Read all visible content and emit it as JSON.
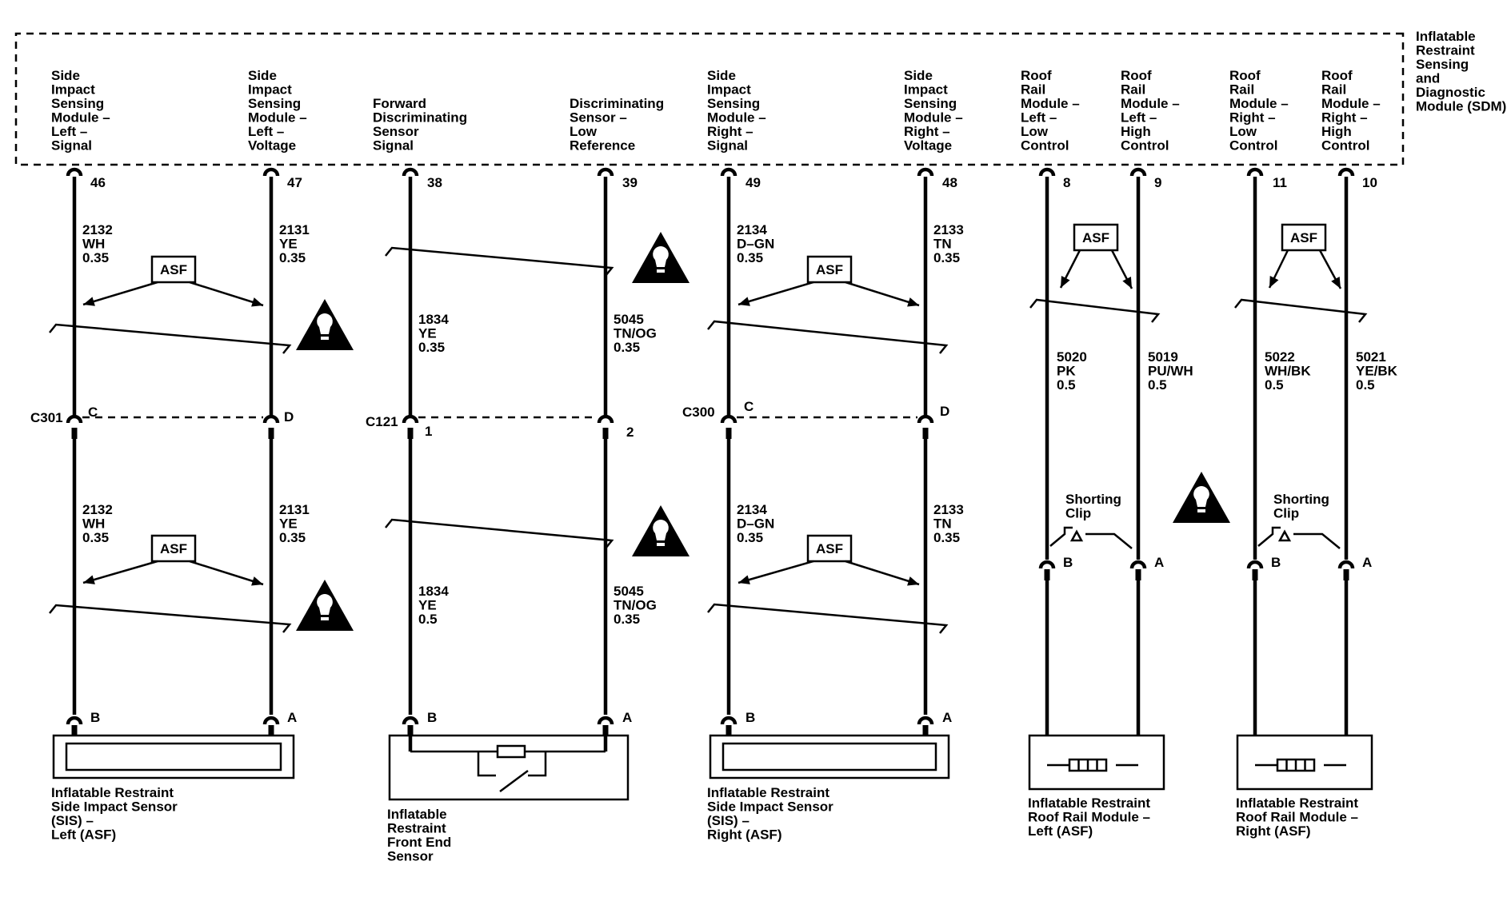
{
  "module": {
    "name_lines": [
      "Inflatable",
      "Restraint",
      "Sensing",
      "and",
      "Diagnostic",
      "Module (SDM)"
    ]
  },
  "circuits": [
    {
      "id": "sis-left-signal",
      "label_lines": [
        "Side",
        "Impact",
        "Sensing",
        "Module –",
        "Left –",
        "Signal"
      ],
      "pin": "46",
      "upper_wire": [
        "2132",
        "WH",
        "0.35"
      ],
      "lower_wire": [
        "2132",
        "WH",
        "0.35"
      ],
      "inline_pin": "C",
      "device_pin": "B"
    },
    {
      "id": "sis-left-voltage",
      "label_lines": [
        "Side",
        "Impact",
        "Sensing",
        "Module –",
        "Left –",
        "Voltage"
      ],
      "pin": "47",
      "upper_wire": [
        "2131",
        "YE",
        "0.35"
      ],
      "lower_wire": [
        "2131",
        "YE",
        "0.35"
      ],
      "inline_pin": "D",
      "device_pin": "A"
    },
    {
      "id": "forward-disc-signal",
      "label_lines": [
        "Forward",
        "Discriminating",
        "Sensor",
        "Signal"
      ],
      "pin": "38",
      "upper_wire": [
        "1834",
        "YE",
        "0.35"
      ],
      "lower_wire": [
        "1834",
        "YE",
        "0.5"
      ],
      "inline_pin": "1",
      "device_pin": "B"
    },
    {
      "id": "disc-low-reference",
      "label_lines": [
        "Discriminating",
        "Sensor –",
        "Low",
        "Reference"
      ],
      "pin": "39",
      "upper_wire": [
        "5045",
        "TN/OG",
        "0.35"
      ],
      "lower_wire": [
        "5045",
        "TN/OG",
        "0.35"
      ],
      "inline_pin": "2",
      "device_pin": "A"
    },
    {
      "id": "sis-right-signal",
      "label_lines": [
        "Side",
        "Impact",
        "Sensing",
        "Module –",
        "Right –",
        "Signal"
      ],
      "pin": "49",
      "upper_wire": [
        "2134",
        "D–GN",
        "0.35"
      ],
      "lower_wire": [
        "2134",
        "D–GN",
        "0.35"
      ],
      "inline_pin": "C",
      "device_pin": "B"
    },
    {
      "id": "sis-right-voltage",
      "label_lines": [
        "Side",
        "Impact",
        "Sensing",
        "Module –",
        "Right –",
        "Voltage"
      ],
      "pin": "48",
      "upper_wire": [
        "2133",
        "TN",
        "0.35"
      ],
      "lower_wire": [
        "2133",
        "TN",
        "0.35"
      ],
      "inline_pin": "D",
      "device_pin": "A"
    },
    {
      "id": "roof-left-low",
      "label_lines": [
        "Roof",
        "Rail",
        "Module –",
        "Left –",
        "Low",
        "Control"
      ],
      "pin": "8",
      "wire": [
        "5020",
        "PK",
        "0.5"
      ],
      "device_pin": "B"
    },
    {
      "id": "roof-left-high",
      "label_lines": [
        "Roof",
        "Rail",
        "Module –",
        "Left –",
        "High",
        "Control"
      ],
      "pin": "9",
      "wire": [
        "5019",
        "PU/WH",
        "0.5"
      ],
      "device_pin": "A"
    },
    {
      "id": "roof-right-low",
      "label_lines": [
        "Roof",
        "Rail",
        "Module –",
        "Right –",
        "Low",
        "Control"
      ],
      "pin": "11",
      "wire": [
        "5022",
        "WH/BK",
        "0.5"
      ],
      "device_pin": "B"
    },
    {
      "id": "roof-right-high",
      "label_lines": [
        "Roof",
        "Rail",
        "Module –",
        "Right –",
        "High",
        "Control"
      ],
      "pin": "10",
      "wire": [
        "5021",
        "YE/BK",
        "0.5"
      ],
      "device_pin": "A"
    }
  ],
  "inline_connectors": [
    "C301",
    "C121",
    "C300"
  ],
  "asf_label": "ASF",
  "shorting_clip_lines": [
    "Shorting",
    "Clip"
  ],
  "devices": [
    {
      "id": "sis-left",
      "name_lines": [
        "Inflatable Restraint",
        "Side Impact Sensor",
        "(SIS) –",
        "Left (ASF)"
      ]
    },
    {
      "id": "front-end-sensor",
      "name_lines": [
        "Inflatable",
        "Restraint",
        "Front End",
        "Sensor"
      ]
    },
    {
      "id": "sis-right",
      "name_lines": [
        "Inflatable Restraint",
        "Side Impact Sensor",
        "(SIS) –",
        "Right (ASF)"
      ]
    },
    {
      "id": "roof-left",
      "name_lines": [
        "Inflatable Restraint",
        "Roof Rail Module –",
        "Left (ASF)"
      ]
    },
    {
      "id": "roof-right",
      "name_lines": [
        "Inflatable Restraint",
        "Roof Rail Module –",
        "Right (ASF)"
      ]
    }
  ]
}
